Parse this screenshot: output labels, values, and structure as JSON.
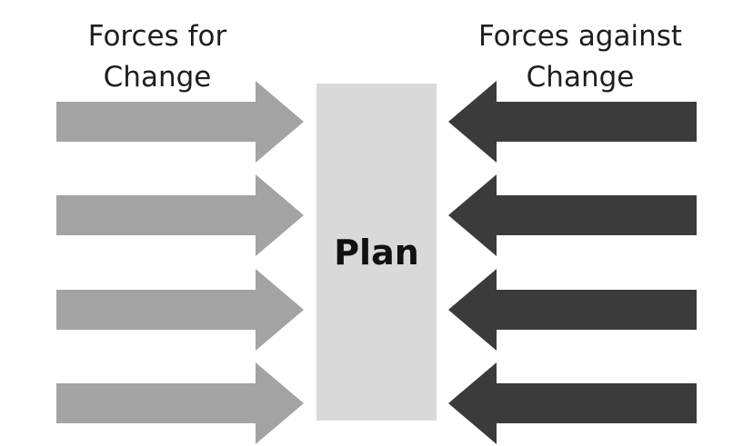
{
  "diagram": {
    "left_heading": [
      "Forces for",
      "Change"
    ],
    "right_heading": [
      "Forces against",
      "Change"
    ],
    "center_label": "Plan",
    "colors": {
      "forces_for": "#a3a3a3",
      "forces_against": "#3b3b3b",
      "plan_box": "#d9d9d9",
      "text": "#1e1e1e"
    },
    "forces_for_count": 4,
    "forces_against_count": 4
  }
}
